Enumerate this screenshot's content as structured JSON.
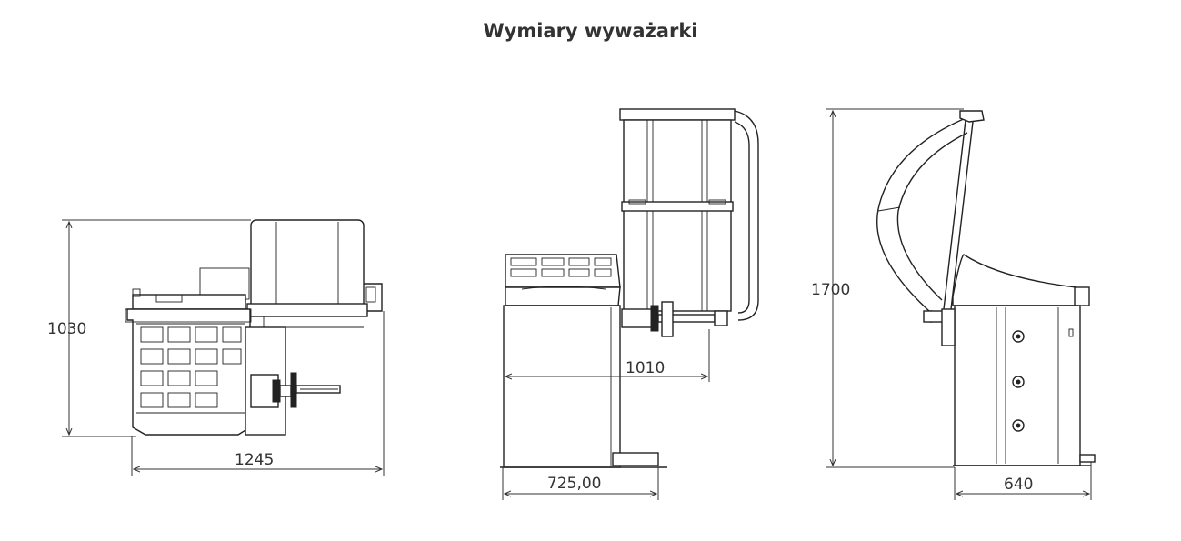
{
  "title": "Wymiary wyważarki",
  "dimensions": {
    "front_height": "1030",
    "front_width": "1245",
    "side_depth_open": "1010",
    "side_base_width": "725,00",
    "rear_height": "1700",
    "rear_width": "640"
  }
}
